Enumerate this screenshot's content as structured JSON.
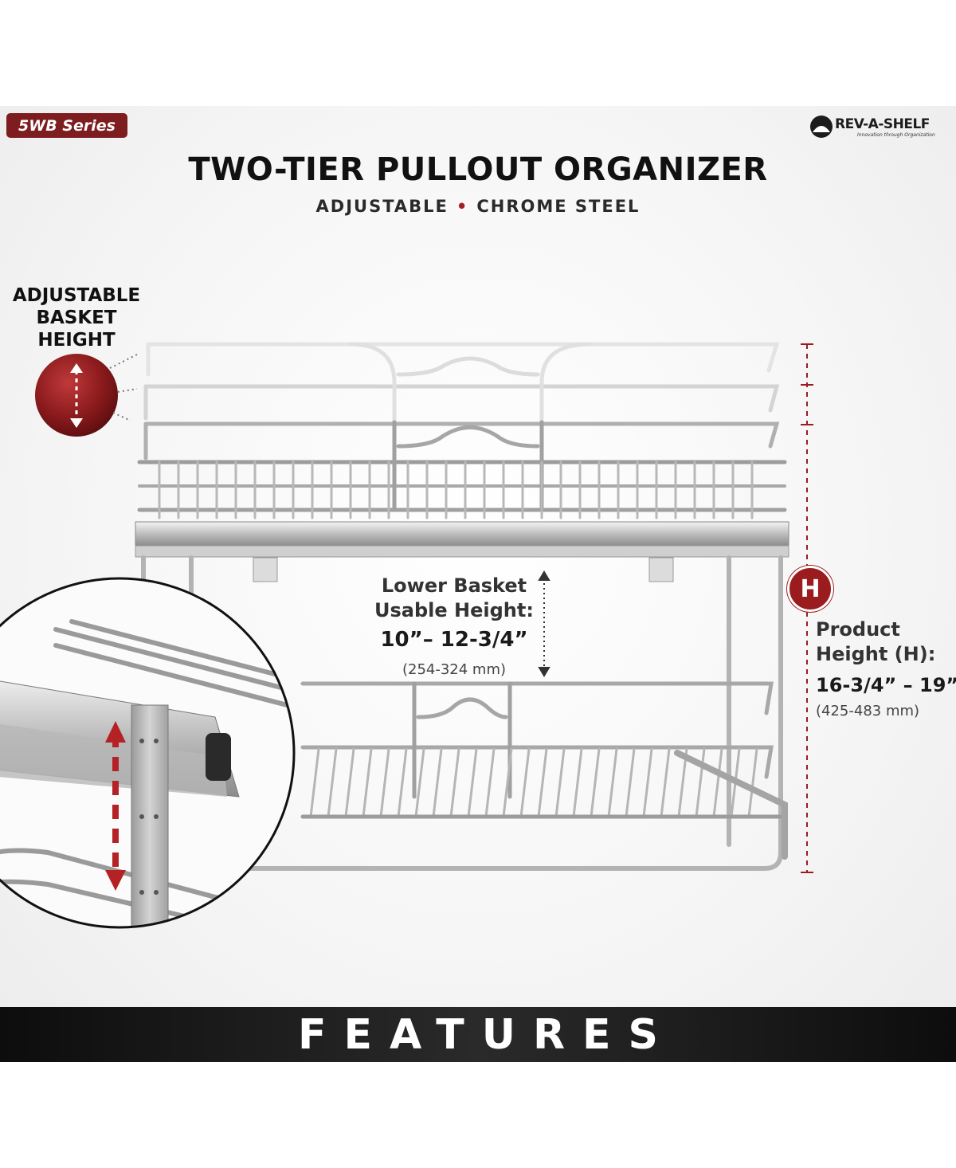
{
  "badge": {
    "series": "5WB Series"
  },
  "logo": {
    "brand": "REV-A-SHELF",
    "tagline": "Innovation through Organization"
  },
  "header": {
    "title": "TWO-TIER PULLOUT ORGANIZER",
    "feature_1": "ADJUSTABLE",
    "separator": "•",
    "feature_2": "CHROME STEEL"
  },
  "callouts": {
    "adjustable": [
      "ADJUSTABLE",
      "BASKET",
      "HEIGHT"
    ],
    "lower_basket": {
      "label_line1": "Lower Basket",
      "label_line2": "Usable Height:",
      "value": "10”– 12-3/4”",
      "metric": "(254-324 mm)"
    },
    "product_height": {
      "badge": "H",
      "label_line1": "Product",
      "label_line2": "Height (H):",
      "value": "16-3/4” – 19”",
      "metric": "(425-483 mm)"
    }
  },
  "footer": {
    "label": "FEATURES"
  },
  "colors": {
    "brand_red": "#9b1c1f",
    "badge_red": "#7d1d1f",
    "bar_dark": "#111111"
  }
}
